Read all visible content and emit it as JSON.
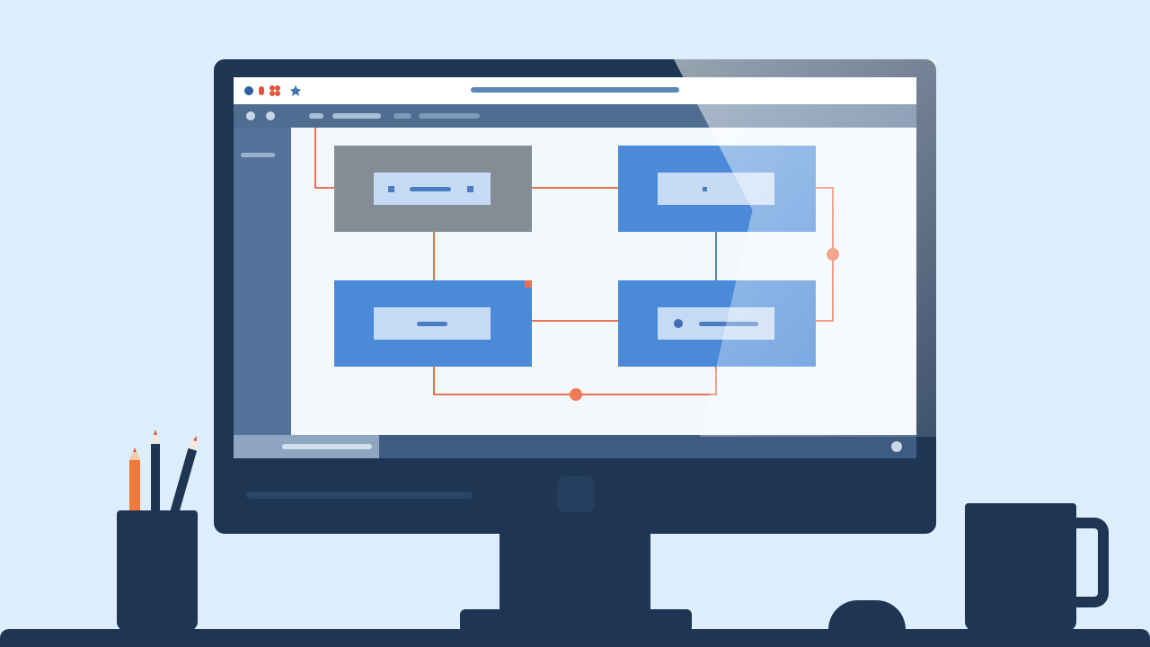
{
  "scene": {
    "palette": {
      "background": "#dceefb",
      "monitor": "#1e3554",
      "node_blue": "#4a8ad8",
      "node_grey": "#848c96",
      "connector": "#e8744f",
      "accent_blue": "#5b86b8"
    }
  },
  "browser": {
    "title": "",
    "traffic_icons": [
      "blue-dot-icon",
      "red-dot-icon",
      "red-flower-icon",
      "blue-star-icon"
    ],
    "toolbar_items": [
      "nav-dot",
      "nav-dot",
      "tab-pill",
      "tab-pill",
      "tab-pill",
      "tab-pill"
    ]
  },
  "diagram": {
    "nodes": [
      {
        "id": "node-1",
        "variant": "grey"
      },
      {
        "id": "node-2",
        "variant": "blue"
      },
      {
        "id": "node-3",
        "variant": "blue"
      },
      {
        "id": "node-4",
        "variant": "blue"
      }
    ],
    "connections": [
      [
        "node-1",
        "node-2"
      ],
      [
        "node-1",
        "node-3"
      ],
      [
        "node-2",
        "node-4"
      ],
      [
        "node-3",
        "node-4"
      ],
      [
        "node-3",
        "node-4"
      ],
      [
        "node-2",
        "node-4"
      ]
    ]
  },
  "desk_items": {
    "left": "pencil-cup",
    "right": [
      "mouse",
      "mug"
    ]
  }
}
